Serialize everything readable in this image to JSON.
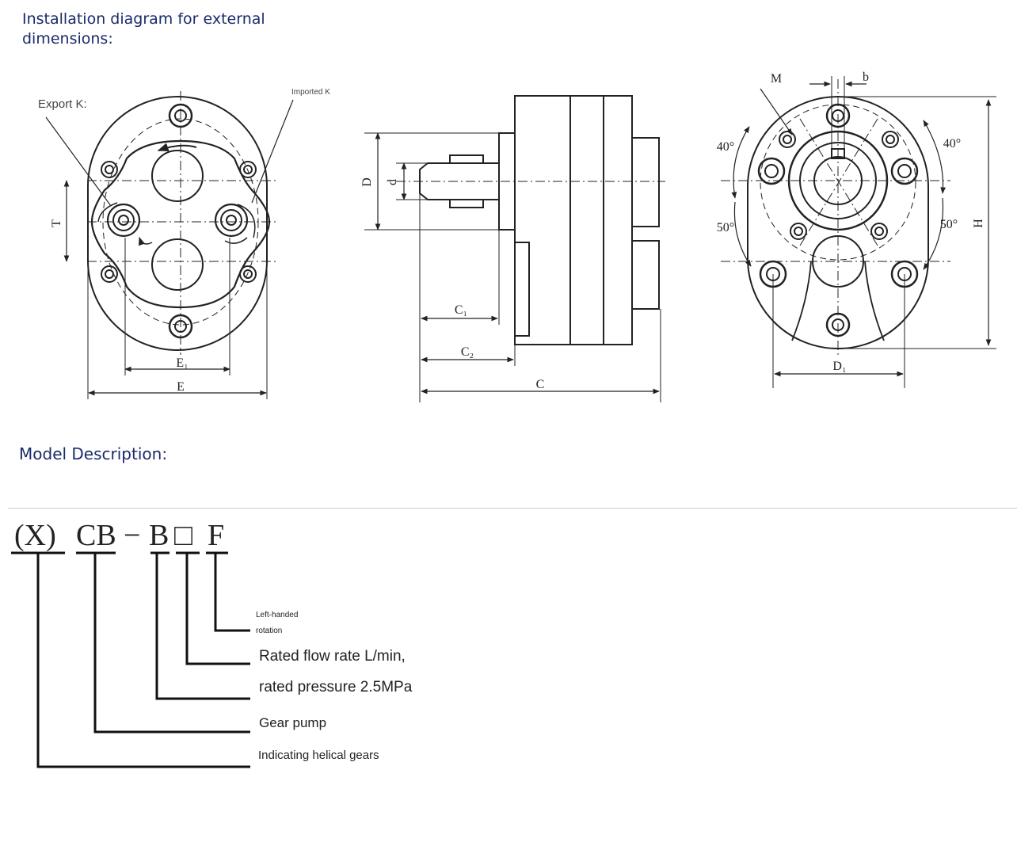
{
  "sections": {
    "installation_title": "Installation diagram for external dimensions:",
    "model_title": "Model Description:"
  },
  "front_view": {
    "export_label": "Export K:",
    "import_label": "Imported K",
    "dim_T": "T",
    "dim_E1": "E₁",
    "dim_E": "E"
  },
  "side_view": {
    "dim_D": "D",
    "dim_d": "d",
    "dim_C1": "C₁",
    "dim_C2": "C₂",
    "dim_C": "C"
  },
  "rear_view": {
    "dim_M": "M",
    "dim_b": "b",
    "angle_top_left": "40°",
    "angle_top_right": "40°",
    "angle_bottom_left": "50°",
    "angle_bottom_right": "50°",
    "dim_H": "H",
    "dim_D1": "D₁"
  },
  "model_code": {
    "prefix": "(X)",
    "cb": "CB",
    "dash": "−",
    "b": "B",
    "box": "□",
    "f": "F"
  },
  "model_legend": {
    "left_handed_1": "Left-handed",
    "left_handed_2": "rotation",
    "flow_rate": "Rated flow rate L/min,",
    "pressure": "rated pressure 2.5MPa",
    "gear_pump": "Gear pump",
    "helical": "Indicating helical gears"
  }
}
